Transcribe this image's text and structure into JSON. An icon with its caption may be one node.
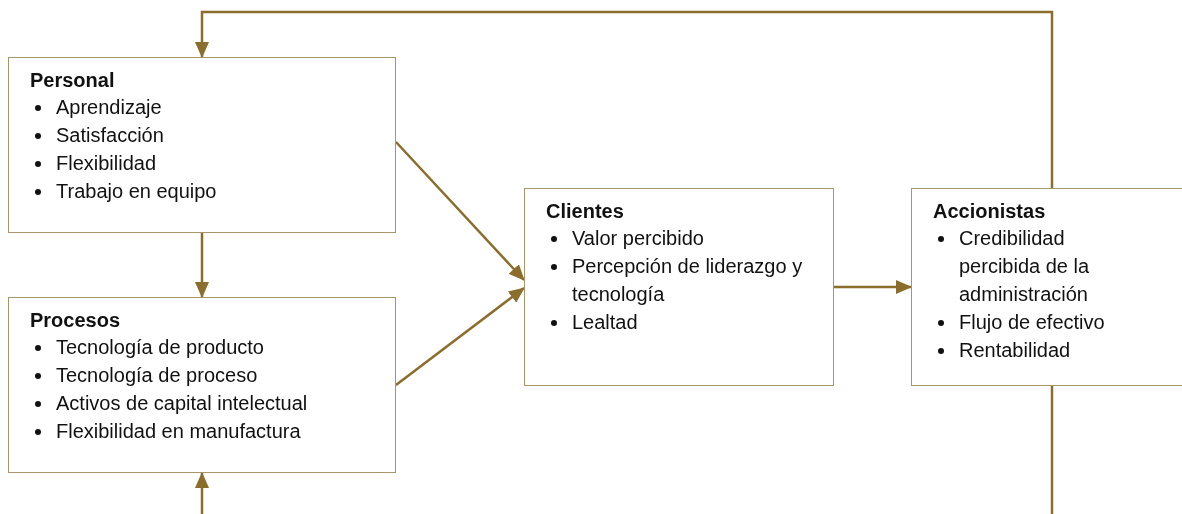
{
  "diagram": {
    "nodes": [
      {
        "text": [
          "Personal",
          "Aprendizaje",
          "Satisfacción",
          "Flexibilidad",
          "Trabajo en equipo"
        ]
      },
      {
        "text": [
          "Procesos",
          "Tecnología de producto",
          "Tecnología de proceso",
          "Activos de capital intelectual",
          "Flexibilidad en manufactura"
        ]
      },
      {
        "text": [
          "Clientes",
          "Valor percibido",
          "Percepción de liderazgo y tecnología",
          "Lealtad"
        ]
      },
      {
        "text": [
          "Accionistas",
          "Credibilidad percibida de la administración",
          "Flujo de efectivo",
          "Rentabilidad"
        ]
      }
    ],
    "edges": [
      {
        "from": 0,
        "to": 1,
        "arrow": "to"
      },
      {
        "from": 0,
        "to": 2,
        "arrow": "to"
      },
      {
        "from": 1,
        "to": 2,
        "arrow": "to"
      },
      {
        "from": 2,
        "to": 3,
        "arrow": "to"
      },
      {
        "from": 3,
        "to": 0,
        "arrow": "to"
      },
      {
        "from": 3,
        "to": 1,
        "arrow": "to"
      }
    ]
  }
}
